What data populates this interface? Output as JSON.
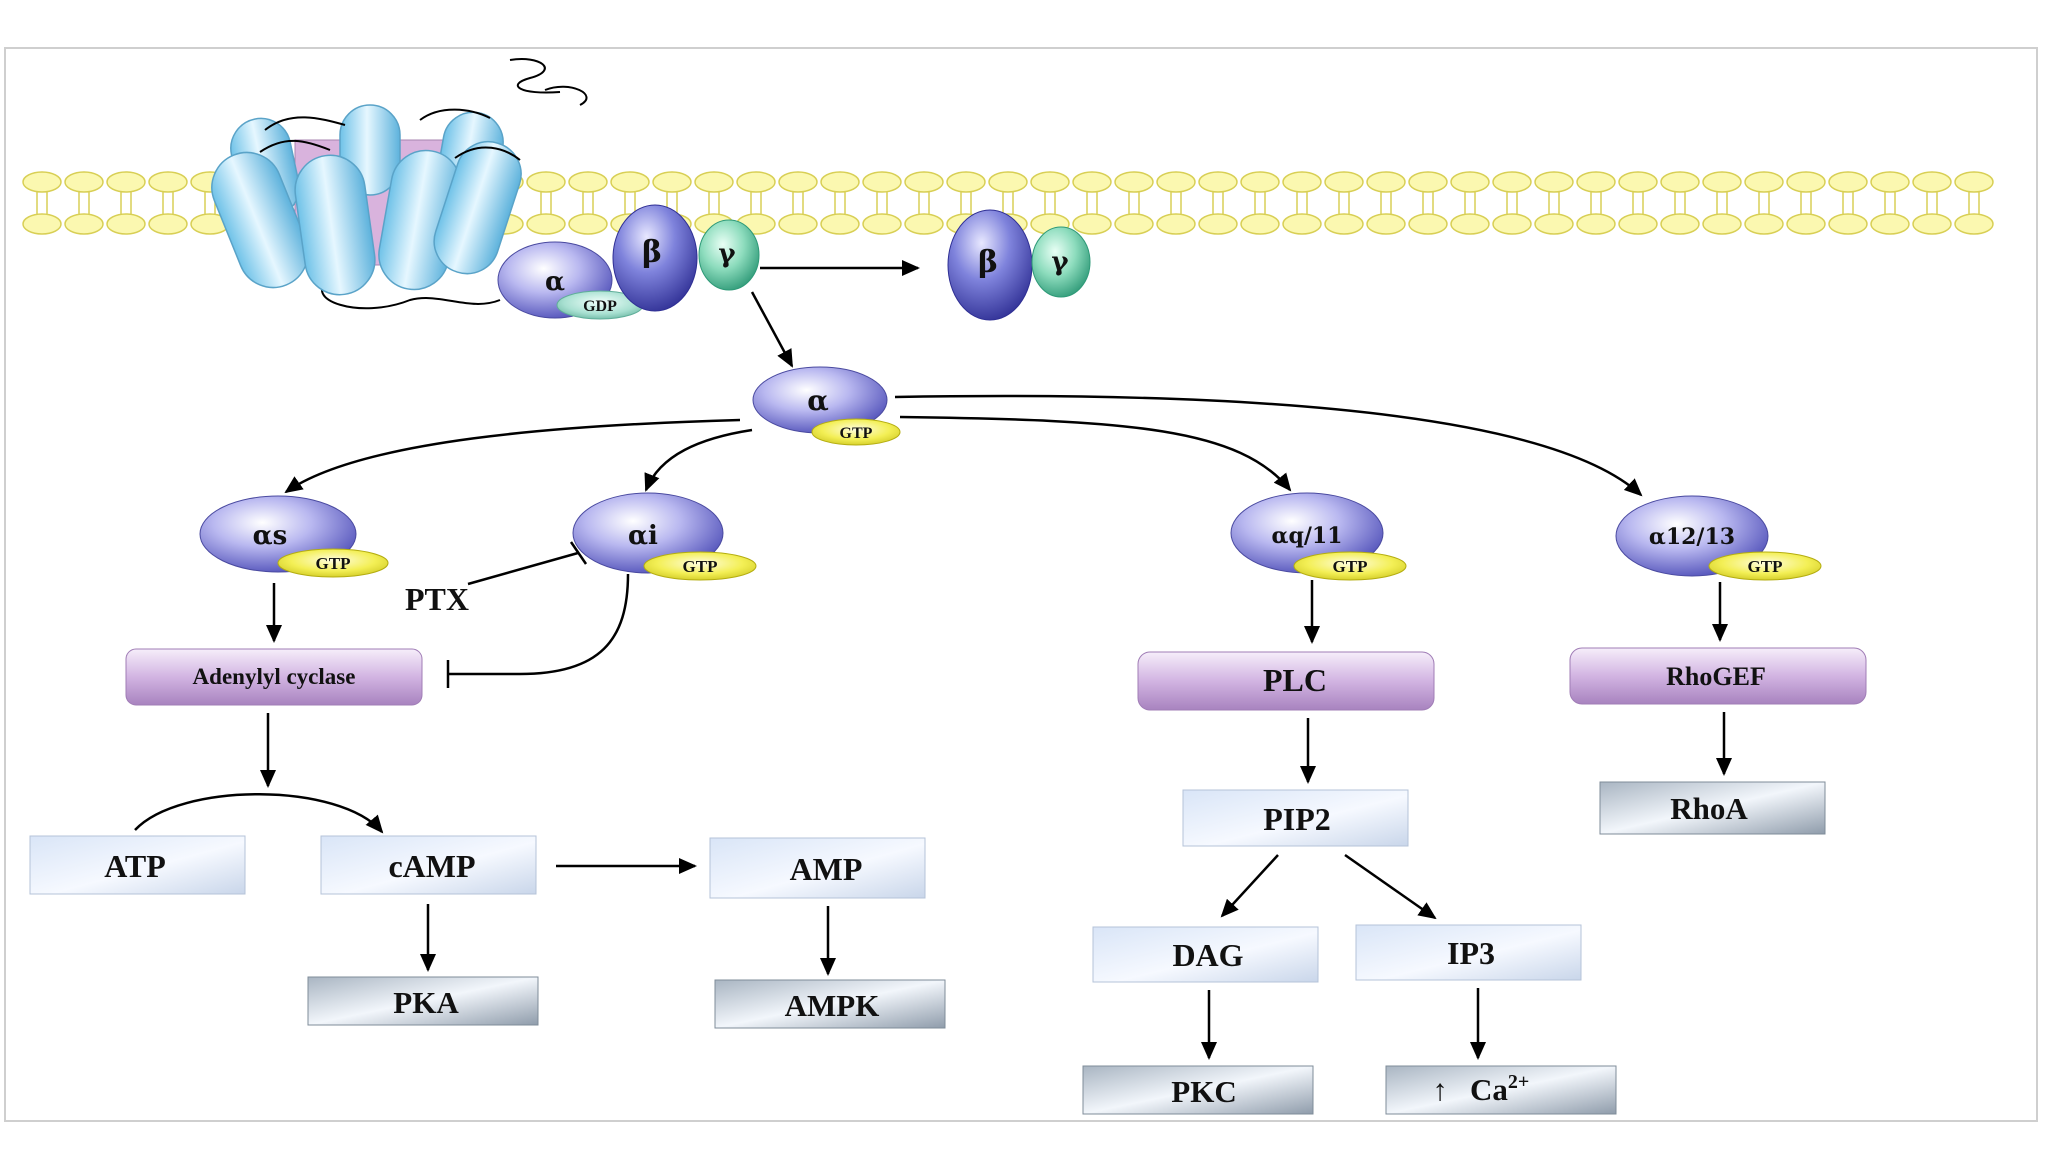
{
  "receptor": {
    "alpha": "α",
    "gdp": "GDP",
    "beta": "β",
    "gamma": "γ"
  },
  "dimer": {
    "beta": "β",
    "gamma": "γ"
  },
  "active_alpha": {
    "label": "α",
    "gtp": "GTP"
  },
  "subunits": {
    "as": {
      "label": "αs",
      "gtp": "GTP"
    },
    "ai": {
      "label": "αi",
      "gtp": "GTP"
    },
    "aq": {
      "label": "αq/11",
      "gtp": "GTP"
    },
    "a12": {
      "label": "α12/13",
      "gtp": "GTP"
    }
  },
  "inhibitor": "PTX",
  "effectors": {
    "adenylyl_cyclase": "Adenylyl cyclase",
    "plc": "PLC",
    "rhogef": "RhoGEF"
  },
  "messengers": {
    "atp": "ATP",
    "camp": "cAMP",
    "amp": "AMP",
    "pka": "PKA",
    "ampk": "AMPK",
    "pip2": "PIP2",
    "dag": "DAG",
    "ip3": "IP3",
    "pkc": "PKC",
    "ca_arrow": "↑",
    "ca": "Ca",
    "ca_sup": "2+",
    "rhoa": "RhoA"
  },
  "colors": {
    "membrane_fill": "#fbf8b0",
    "membrane_stroke": "#d8cf55",
    "alpha_fill": "#a9a8ea",
    "beta_fill": "#6b6fd0",
    "gamma_fill": "#7fd6b4",
    "gtp_fill": "#f2ee5a",
    "gdp_fill": "#9fd8c8",
    "effector_fill": "#cfb0de",
    "box_fill": "#eaf0fb",
    "receptor_fill": "#a9dcf3",
    "receptor_core": "#d9b3dd"
  }
}
